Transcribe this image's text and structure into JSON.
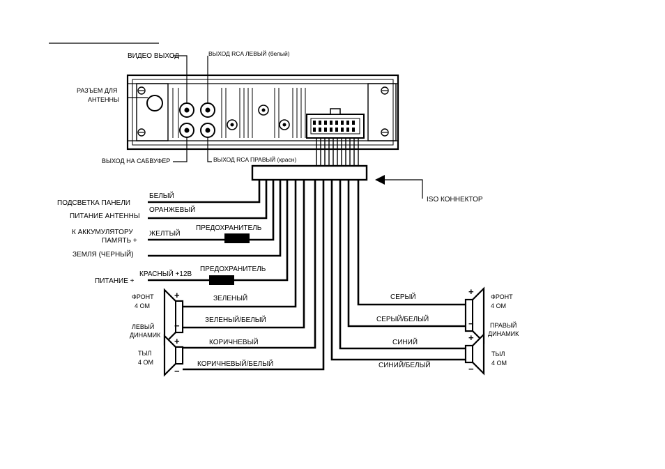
{
  "labels": {
    "video_out": "ВИДЕО ВЫХОД",
    "rca_left": "ВЫХОД RCA ЛЕВЫЙ (белый)",
    "antenna_socket_1": "РАЗЪЕМ ДЛЯ",
    "antenna_socket_2": "АНТЕННЫ",
    "subwoofer_out": "ВЫХОД НА САБВУФЕР",
    "rca_right": "ВЫХОД RCA ПРАВЫЙ (красн)",
    "iso_connector": "ISO КОННЕКТОР",
    "panel_light": "ПОДСВЕТКА ПАНЕЛИ",
    "antenna_power": "ПИТАНИЕ АНТЕННЫ",
    "battery_1": "К АККУМУЛЯТОРУ",
    "battery_2": "ПАМЯТЬ +",
    "ground": "ЗЕМЛЯ (ЧЕРНЫЙ)",
    "power": "ПИТАНИЕ +",
    "white": "БЕЛЫЙ",
    "orange": "ОРАНЖЕВЫЙ",
    "yellow": "ЖЕЛТЫЙ",
    "fuse": "ПРЕДОХРАНИТЕЛЬ",
    "red12": "КРАСНЫЙ +12В",
    "front_left_1": "ФРОНТ",
    "front_left_2": "4 ОМ",
    "left_speaker_1": "ЛЕВЫЙ",
    "left_speaker_2": "ДИНАМИК",
    "rear_left_1": "ТЫЛ",
    "rear_left_2": "4 ОМ",
    "green": "ЗЕЛЕНЫЙ",
    "green_white": "ЗЕЛЕНЫЙ/БЕЛЫЙ",
    "brown": "КОРИЧНЕВЫЙ",
    "brown_white": "КОРИЧНЕВЫЙ/БЕЛЫЙ",
    "gray": "СЕРЫЙ",
    "gray_white": "СЕРЫЙ/БЕЛЫЙ",
    "blue": "СИНИЙ",
    "blue_white": "СИНИЙ/БЕЛЫЙ",
    "front_right_1": "ФРОНТ",
    "front_right_2": "4 ОМ",
    "right_speaker_1": "ПРАВЫЙ",
    "right_speaker_2": "ДИНАМИК",
    "rear_right_1": "ТЫЛ",
    "rear_right_2": "4 ОМ",
    "plus": "+",
    "minus": "−"
  }
}
